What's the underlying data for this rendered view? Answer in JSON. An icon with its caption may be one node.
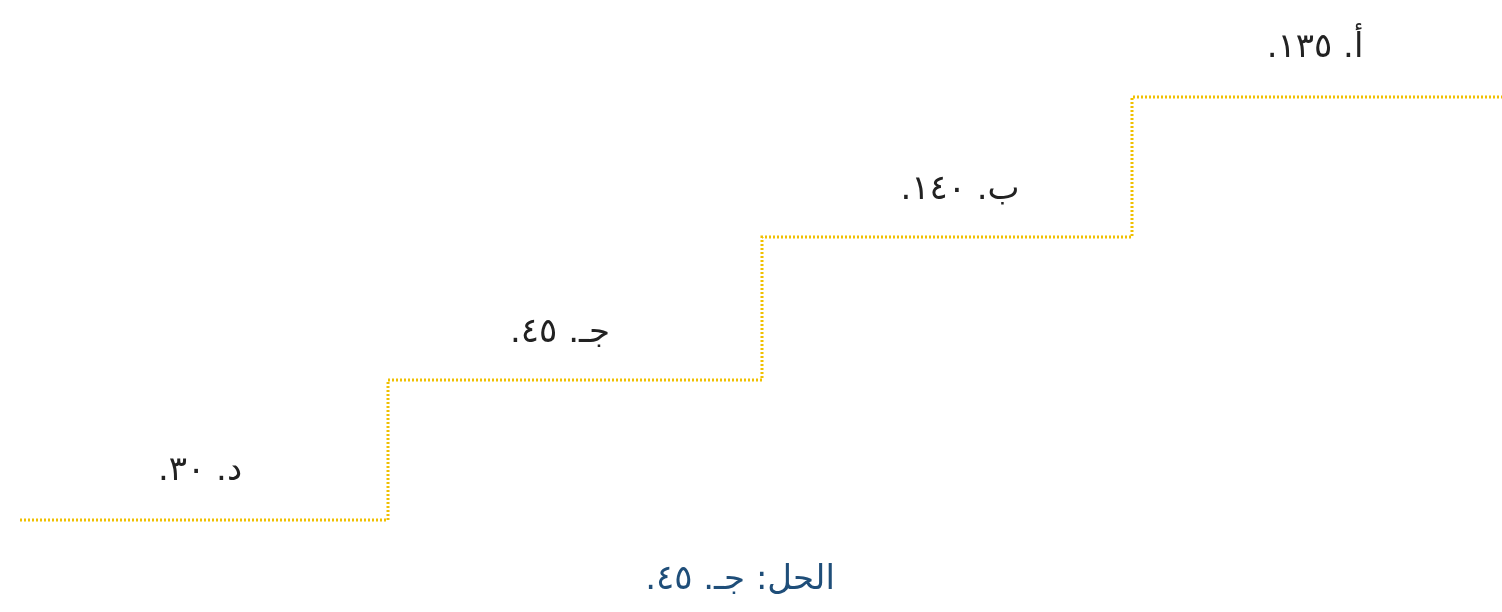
{
  "diagram": {
    "labels": [
      "أ. ١٣٥.",
      "ب. ١٤٠.",
      "جـ. ٤٥.",
      "د. ٣٠.",
      "الحل: جـ. ٤٥."
    ]
  }
}
